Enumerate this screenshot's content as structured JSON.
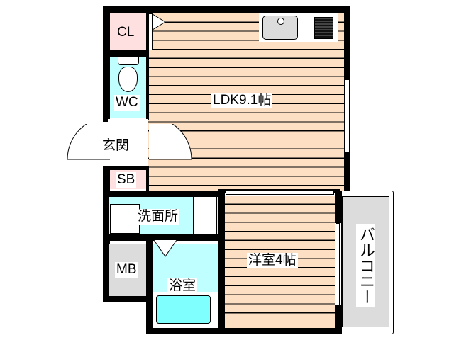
{
  "floorplan": {
    "rooms": [
      {
        "id": "ldk",
        "label": "LDK9.1帖",
        "type": "living-dining-kitchen",
        "size_jo": 9.1
      },
      {
        "id": "western-room",
        "label": "洋室4帖",
        "type": "bedroom",
        "size_jo": 4
      },
      {
        "id": "closet",
        "label": "CL",
        "type": "closet"
      },
      {
        "id": "toilet",
        "label": "WC",
        "type": "toilet"
      },
      {
        "id": "entrance",
        "label": "玄関",
        "type": "entrance"
      },
      {
        "id": "shoe-box",
        "label": "SB",
        "type": "shoe-box"
      },
      {
        "id": "washroom",
        "label": "洗面所",
        "type": "washroom"
      },
      {
        "id": "meter-box",
        "label": "MB",
        "type": "meter-box"
      },
      {
        "id": "bathroom",
        "label": "浴室",
        "type": "bathroom"
      },
      {
        "id": "balcony",
        "label": "バルコニー",
        "type": "balcony"
      }
    ],
    "colors": {
      "wood_floor": "#fddfc3",
      "wet_area": "#c0ffff",
      "bathtub": "#80ffff",
      "closet": "#ffe0e0",
      "meter_box": "#dcdcdc",
      "balcony": "#dcdcdc",
      "wall": "#000000"
    }
  }
}
